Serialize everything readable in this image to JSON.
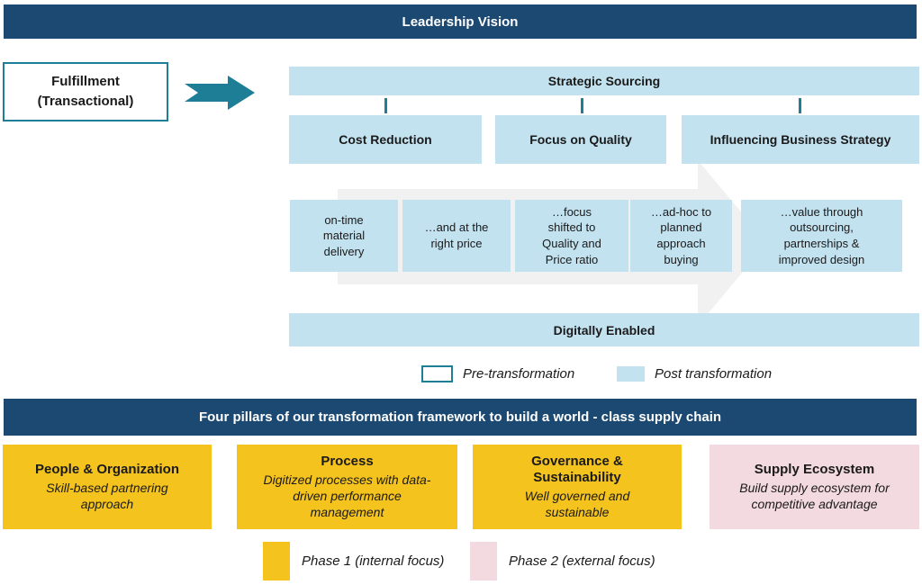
{
  "header": {
    "title": "Leadership Vision"
  },
  "fulfillment": {
    "line1": "Fulfillment",
    "line2": "(Transactional)"
  },
  "sourcing": {
    "title": "Strategic Sourcing",
    "categories": [
      {
        "label": "Cost Reduction"
      },
      {
        "label": "Focus on Quality"
      },
      {
        "label": "Influencing Business Strategy"
      }
    ],
    "details": [
      {
        "text": "on-time material delivery"
      },
      {
        "text": "…and at the right price"
      },
      {
        "text": "…focus shifted to Quality and Price ratio"
      },
      {
        "text": "…ad-hoc to planned approach buying"
      },
      {
        "text": "…value through outsourcing, partnerships & improved design"
      }
    ],
    "digitally_enabled": "Digitally Enabled"
  },
  "transformation_legend": {
    "pre": "Pre-transformation",
    "post": "Post transformation"
  },
  "pillars_banner": {
    "title": "Four pillars of our transformation framework to build a world - class supply chain"
  },
  "pillars": [
    {
      "title": "People & Organization",
      "subtitle": "Skill-based partnering approach",
      "phase": "1"
    },
    {
      "title": "Process",
      "subtitle": "Digitized processes with data-driven performance management",
      "phase": "1"
    },
    {
      "title": "Governance & Sustainability",
      "subtitle": "Well governed and sustainable",
      "phase": "1"
    },
    {
      "title": "Supply Ecosystem",
      "subtitle": "Build supply ecosystem for competitive advantage",
      "phase": "2"
    }
  ],
  "phase_legend": {
    "phase1": "Phase 1 (internal focus)",
    "phase2": "Phase 2 (external focus)"
  },
  "colors": {
    "navy": "#1B4971",
    "light_blue": "#C3E2F0",
    "teal": "#1D7E96",
    "yellow": "#F5C31D",
    "pink": "#F3D9E0",
    "arrow_gray": "#F1F1F1"
  }
}
